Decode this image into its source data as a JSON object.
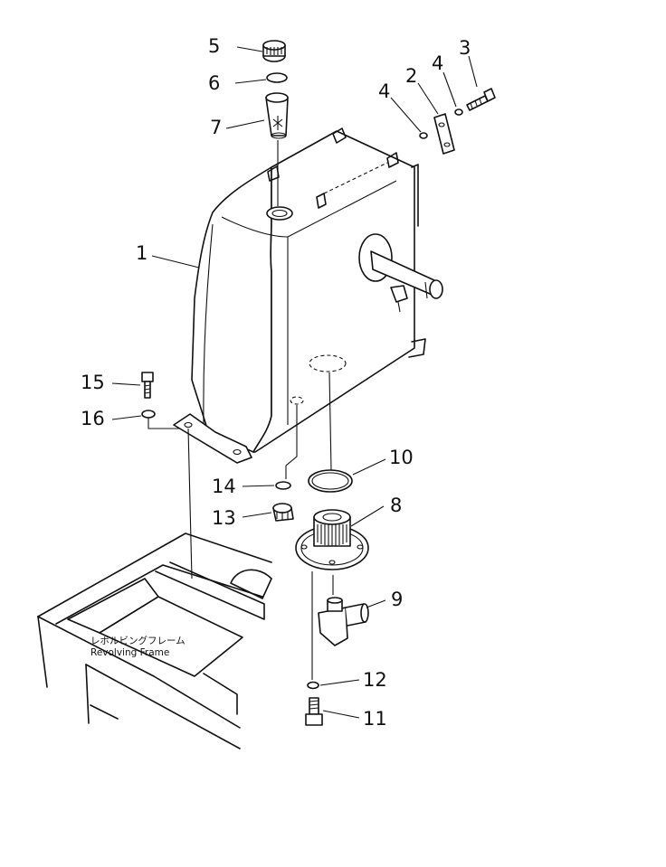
{
  "frame_label": {
    "japanese": "レボルビングフレーム",
    "english": "Revolving  Frame"
  },
  "callouts": {
    "c1": "1",
    "c2": "2",
    "c3": "3",
    "c4a": "4",
    "c4b": "4",
    "c5": "5",
    "c6": "6",
    "c7": "7",
    "c8": "8",
    "c9": "9",
    "c10": "10",
    "c11": "11",
    "c12": "12",
    "c13": "13",
    "c14": "14",
    "c15": "15",
    "c16": "16"
  }
}
